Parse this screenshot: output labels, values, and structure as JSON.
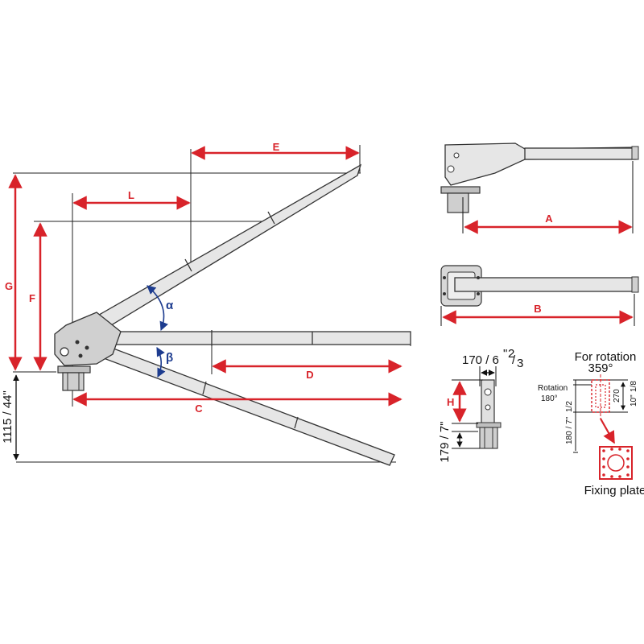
{
  "dimensions": {
    "e": "E",
    "l": "L",
    "g": "G",
    "f": "F",
    "d": "D",
    "c": "C",
    "a": "A",
    "b": "B",
    "h": "H"
  },
  "angles": {
    "alpha": "α",
    "beta": "β"
  },
  "measurements": {
    "height_mount": "1115 / 44\"",
    "width_main": "170 / 6",
    "width_fraction_num": "2",
    "width_fraction_den": "3",
    "width_fraction_inch": "\"",
    "base_height": "179 / 7\"",
    "rotation_359_title": "For rotation",
    "rotation_359_value": "359°",
    "rotation_180_title": "Rotation",
    "rotation_180_value": "180°",
    "dim_270": "270",
    "dim_10": "10\" ",
    "dim_10_frac": "1/8",
    "dim_180": "180 / 7\" ",
    "dim_180_frac": "1/2",
    "fixing_plate": "Fixing plate"
  },
  "colors": {
    "dimension": "#d8232a",
    "angle": "#1d3c8f",
    "outline": "#333333",
    "arm_fill": "#e6e6e6"
  }
}
